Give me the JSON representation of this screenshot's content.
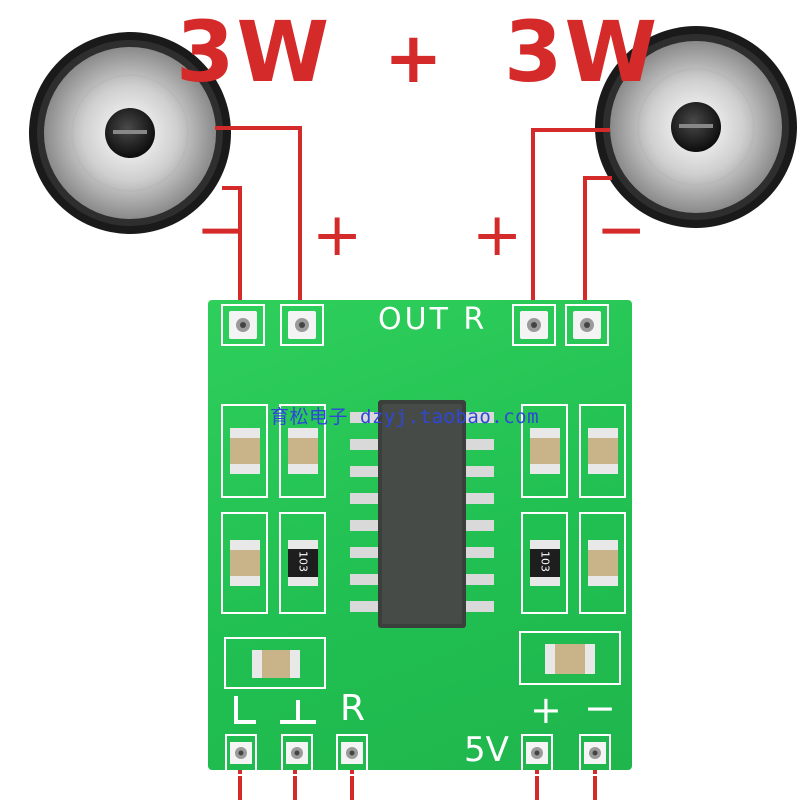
{
  "headline": {
    "left_power": "3W",
    "plus_sign": "+",
    "right_power": "3W"
  },
  "left_speaker": {
    "minus_label": "−",
    "plus_label": "+"
  },
  "right_speaker": {
    "plus_label": "+",
    "minus_label": "−"
  },
  "board": {
    "output_silkscreen": "OUT R",
    "input_silkscreen": "R",
    "power_silkscreen": "5V",
    "power_plus_silkscreen": "+",
    "power_minus_silkscreen": "−",
    "resistor_codes": [
      "103",
      "103"
    ],
    "watermark": "育松电子 dzyj.taobao.com"
  },
  "colors": {
    "annotation_red": "#d42a2a",
    "pcb_green": "#22c155",
    "silkscreen": "#ffffff",
    "ic_body": "#3a3f3b",
    "watermark_blue": "#2f47d9"
  }
}
